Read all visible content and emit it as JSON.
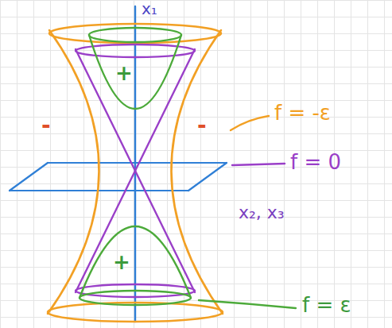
{
  "diagram": {
    "labels": [
      "x₁",
      "+",
      "-",
      "-",
      "f = -ε",
      "f = 0",
      "x₂, x₃",
      "+",
      "f = ε"
    ]
  }
}
